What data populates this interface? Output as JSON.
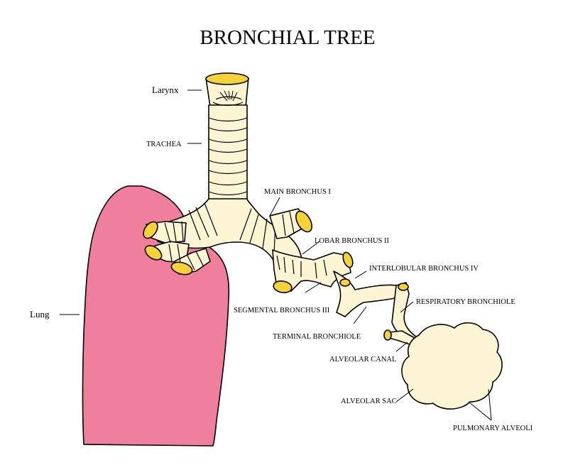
{
  "title": "BRONCHIAL TREE",
  "labels": {
    "larynx": "Larynx",
    "trachea": "TRACHEA",
    "main_bronchus": "MAIN BRONCHUS I",
    "lobar_bronchus": "LOBAR BRONCHUS II",
    "interlobular_bronchus": "INTERLOBULAR BRONCHUS IV",
    "segmental_bronchus": "SEGMENTAL BRONCHUS III",
    "respiratory_bronchiole": "RESPIRATORY BRONCHIOLE",
    "terminal_bronchiole": "TERMINAL BRONCHIOLE",
    "alveolar_canal": "ALVEOLAR CANAL",
    "lung": "Lung",
    "alveolar_sac": "ALVEOLAR SAC",
    "pulmonary_alveoli": "PULMONARY ALVEOLI"
  },
  "colors": {
    "lung": "#ef7f9d",
    "airway": "#fdf5d3",
    "cartilage_opening": "#f6d23a",
    "outline": "#000000"
  }
}
